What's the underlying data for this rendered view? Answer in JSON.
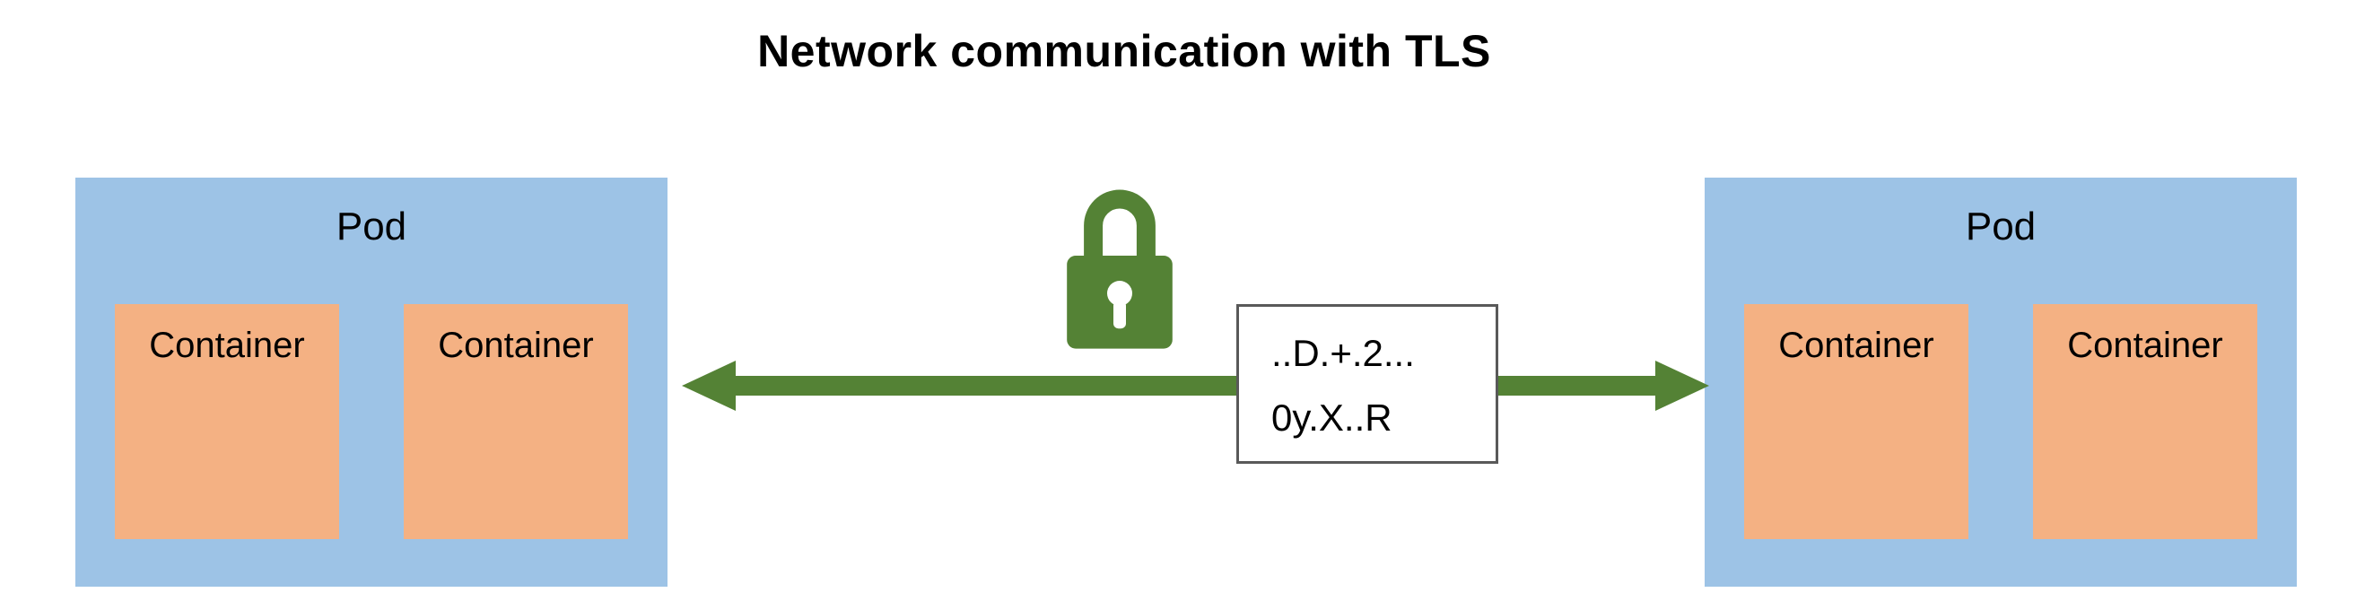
{
  "title": "Network communication with TLS",
  "pods": [
    {
      "label": "Pod",
      "containers": [
        "Container",
        "Container"
      ]
    },
    {
      "label": "Pod",
      "containers": [
        "Container",
        "Container"
      ]
    }
  ],
  "cipher": {
    "line1": "..D.+.2...",
    "line2": "0y.X..R"
  },
  "icons": {
    "lock": "lock-icon",
    "arrow": "bidirectional-arrow"
  },
  "colors": {
    "pod_fill": "#9DC3E6",
    "container_fill": "#F4B183",
    "arrow_green": "#548235",
    "cipher_border": "#595959",
    "text": "#000000",
    "background": "#FFFFFF"
  }
}
